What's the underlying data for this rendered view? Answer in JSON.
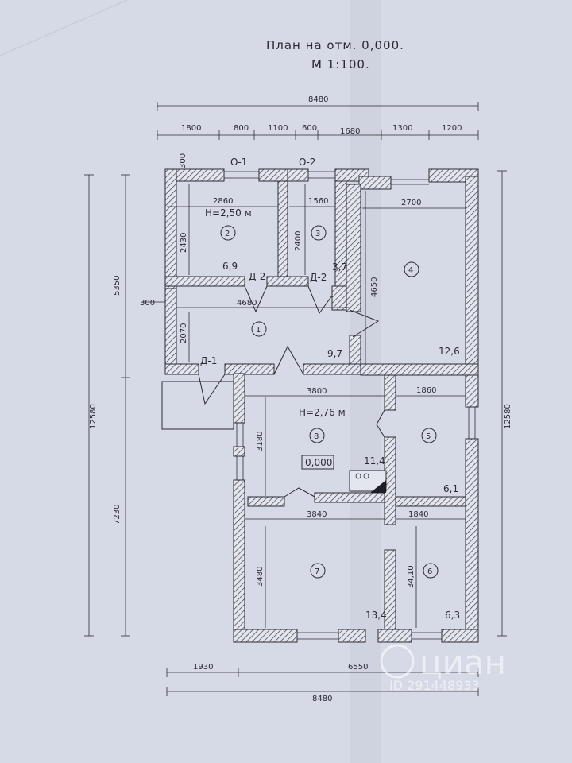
{
  "title": {
    "line1": "План на отм. 0,000.",
    "line2": "М 1:100."
  },
  "dimensions": {
    "top_overall": "8480",
    "top_chain": [
      "1800",
      "800",
      "1100",
      "600",
      "1680",
      "1300",
      "1200"
    ],
    "bottom_chain": [
      "1930",
      "6550"
    ],
    "bottom_overall": "8480",
    "left_overall": "12580",
    "left_upper": "5350",
    "left_lower": "7230",
    "right_overall": "12580",
    "left_wall": "300",
    "entry_offset": "300"
  },
  "window_labels": [
    "О-1",
    "О-2"
  ],
  "door_labels": [
    "Д-2",
    "Д-2",
    "Д-1"
  ],
  "rooms": [
    {
      "num": "2",
      "area": "6,9",
      "w": "2860",
      "h": "2430",
      "height": "H=2,50 м"
    },
    {
      "num": "3",
      "area": "3,7",
      "w": "1560",
      "h": "2400"
    },
    {
      "num": "4",
      "area": "12,6",
      "w": "2700",
      "h": "4650"
    },
    {
      "num": "1",
      "area": "9,7",
      "w": "4680",
      "h": "2070"
    },
    {
      "num": "8",
      "area": "11,4",
      "w": "3800",
      "h": "3180",
      "height": "H=2,76 м"
    },
    {
      "num": "5",
      "area": "6,1",
      "w": "1860"
    },
    {
      "num": "7",
      "area": "13,4",
      "w": "3840",
      "h": "3480"
    },
    {
      "num": "6",
      "area": "6,3",
      "w": "1840",
      "h": "34,10"
    }
  ],
  "level_mark": "0,000",
  "watermark": {
    "brand": "циан",
    "id": "ID 291448933"
  },
  "colors": {
    "paper": "#d6d9e6",
    "line": "#2b2b33",
    "wall_hatch": "#3a3a44"
  }
}
